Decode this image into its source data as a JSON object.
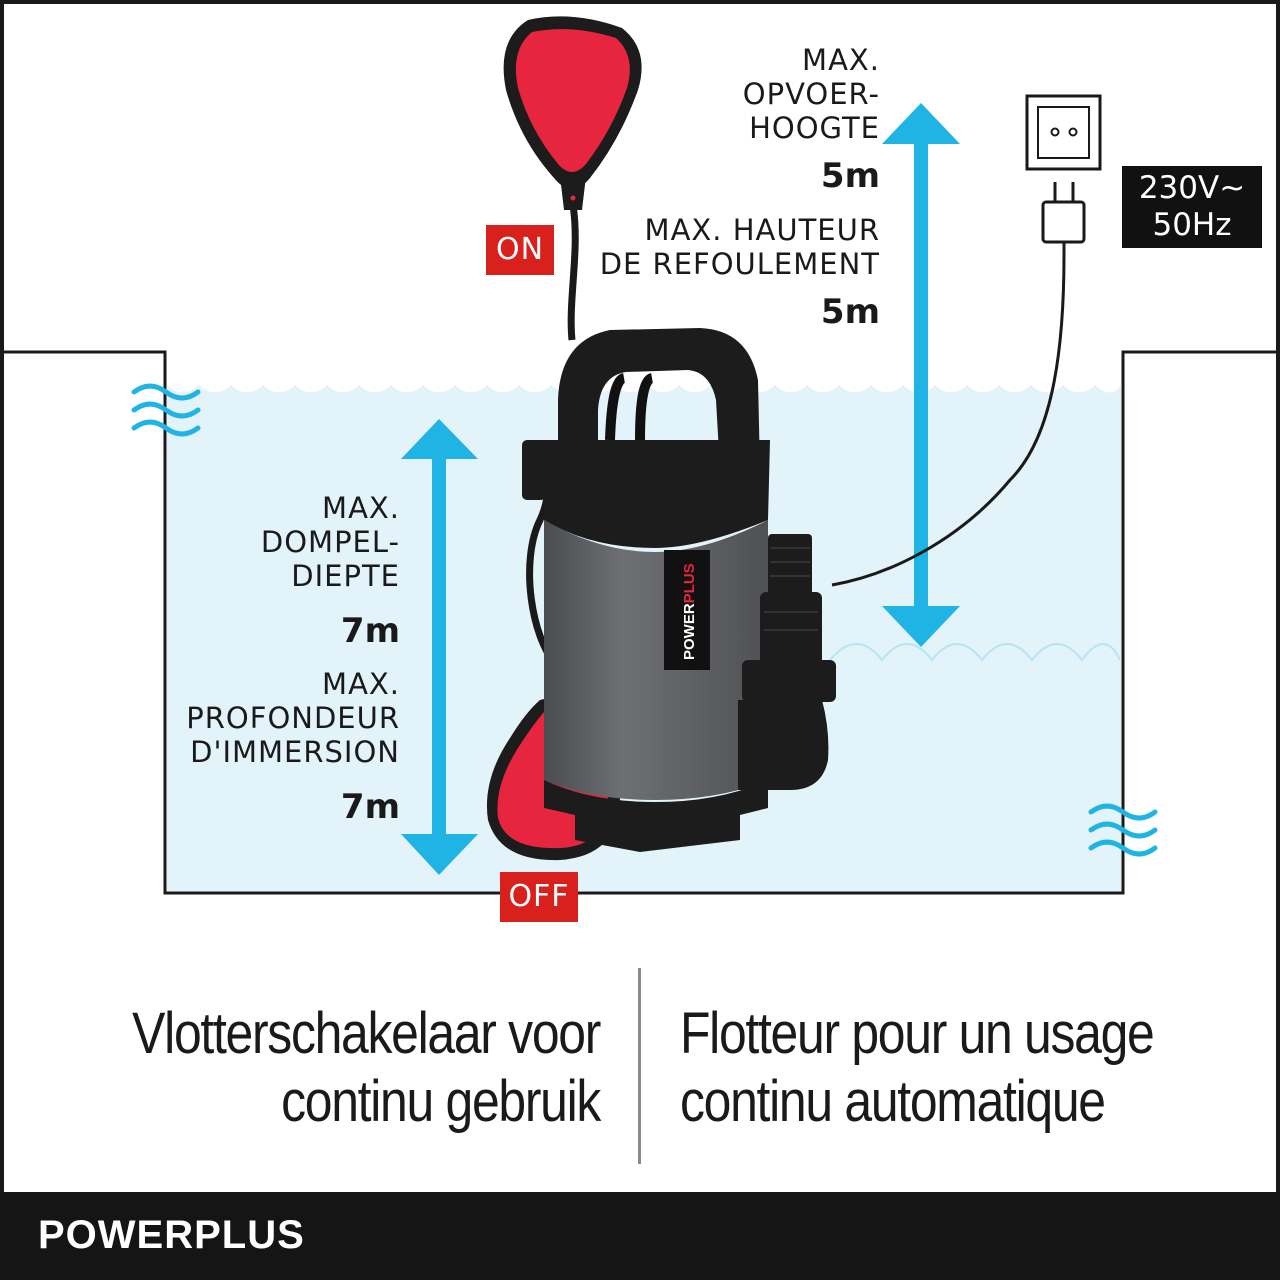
{
  "head_label": {
    "line1": "MAX.",
    "line2": "OPVOER-",
    "line3": "HOOGTE",
    "value": "5m",
    "fr_line1": "MAX. HAUTEUR",
    "fr_line2": "DE REFOULEMENT",
    "fr_value": "5m"
  },
  "depth_label": {
    "line1": "MAX.",
    "line2": "DOMPEL-",
    "line3": "DIEPTE",
    "value": "7m",
    "fr_line1": "MAX.",
    "fr_line2": "PROFONDEUR",
    "fr_line3": "D'IMMERSION",
    "fr_value": "7m"
  },
  "float_switch": {
    "on_label": "ON",
    "off_label": "OFF"
  },
  "power": {
    "line1": "230V~",
    "line2": "50Hz"
  },
  "pump": {
    "brand_left": "POWER",
    "brand_right": "PLUS"
  },
  "caption": {
    "nl_line1": "Vlotterschakelaar voor",
    "nl_line2": "continu gebruik",
    "fr_line1": "Flotteur pour un usage",
    "fr_line2": "continu automatique"
  },
  "footer": {
    "brand": "POWERPLUS"
  },
  "colors": {
    "water": "#e2f3fa",
    "arrow": "#20b4e4",
    "float_red": "#e8253e",
    "tag_red": "#d8211d",
    "pump_body": "#5e6063",
    "pump_black": "#1c1c1c",
    "footer": "#151515"
  },
  "icons": [
    "wave-icon",
    "socket-icon",
    "plug-icon",
    "double-arrow-icon"
  ]
}
